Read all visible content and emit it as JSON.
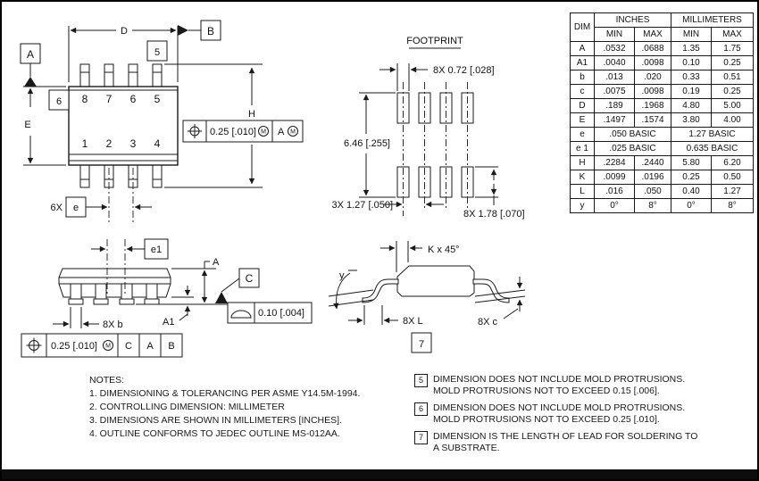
{
  "views": {
    "top": {
      "datum_a": "A",
      "datum_b": "B",
      "flag5": "5",
      "flag6": "6",
      "dim_d": "D",
      "dim_e": "E",
      "dim_h": "H",
      "pins_top": [
        "8",
        "7",
        "6",
        "5"
      ],
      "pins_bottom": [
        "1",
        "2",
        "3",
        "4"
      ],
      "pitch_prefix": "6X",
      "pitch_label": "e",
      "fcf": {
        "tolerance": "0.25 [.010]",
        "modifier": "M",
        "datum": "A",
        "datum_modifier": "M"
      }
    },
    "footprint": {
      "title": "FOOTPRINT",
      "pad_width": "8X 0.72 [.028]",
      "span": "6.46 [.255]",
      "pitch": "3X 1.27 [.050]",
      "pad_length": "8X 1.78 [.070]"
    },
    "side": {
      "dim_e1": "e1",
      "dim_a": "A",
      "dim_a1": "A1",
      "dim_b": "8X b",
      "datum_c": "C",
      "flatness_value": "0.10 [.004]",
      "fcf": {
        "tolerance": "0.25 [.010]",
        "modifier": "M",
        "datum1": "C",
        "datum2": "A",
        "datum3": "B"
      }
    },
    "end": {
      "chamfer": "K x 45°",
      "angle": "y",
      "dim_l": "8X L",
      "dim_c": "8X c",
      "flag7": "7"
    }
  },
  "table": {
    "col_dim": "DIM",
    "col_inches": "INCHES",
    "col_mm": "MILLIMETERS",
    "col_min": "MIN",
    "col_max": "MAX",
    "rows": [
      {
        "dim": "A",
        "in_min": ".0532",
        "in_max": ".0688",
        "mm_min": "1.35",
        "mm_max": "1.75"
      },
      {
        "dim": "A1",
        "in_min": ".0040",
        "in_max": ".0098",
        "mm_min": "0.10",
        "mm_max": "0.25"
      },
      {
        "dim": "b",
        "in_min": ".013",
        "in_max": ".020",
        "mm_min": "0.33",
        "mm_max": "0.51"
      },
      {
        "dim": "c",
        "in_min": ".0075",
        "in_max": ".0098",
        "mm_min": "0.19",
        "mm_max": "0.25"
      },
      {
        "dim": "D",
        "in_min": ".189",
        "in_max": ".1968",
        "mm_min": "4.80",
        "mm_max": "5.00"
      },
      {
        "dim": "E",
        "in_min": ".1497",
        "in_max": ".1574",
        "mm_min": "3.80",
        "mm_max": "4.00"
      },
      {
        "dim": "e",
        "in_basic": ".050 BASIC",
        "mm_basic": "1.27 BASIC"
      },
      {
        "dim": "e 1",
        "in_basic": ".025 BASIC",
        "mm_basic": "0.635 BASIC"
      },
      {
        "dim": "H",
        "in_min": ".2284",
        "in_max": ".2440",
        "mm_min": "5.80",
        "mm_max": "6.20"
      },
      {
        "dim": "K",
        "in_min": ".0099",
        "in_max": ".0196",
        "mm_min": "0.25",
        "mm_max": "0.50"
      },
      {
        "dim": "L",
        "in_min": ".016",
        "in_max": ".050",
        "mm_min": "0.40",
        "mm_max": "1.27"
      },
      {
        "dim": "y",
        "in_min": "0°",
        "in_max": "8°",
        "mm_min": "0°",
        "mm_max": "8°"
      }
    ]
  },
  "notes": {
    "title": "NOTES:",
    "items": [
      "1. DIMENSIONING & TOLERANCING PER ASME Y14.5M-1994.",
      "2. CONTROLLING DIMENSION: MILLIMETER",
      "3. DIMENSIONS ARE SHOWN IN MILLIMETERS [INCHES].",
      "4. OUTLINE CONFORMS TO JEDEC OUTLINE MS-012AA."
    ]
  },
  "flag_notes": [
    {
      "flag": "5",
      "line1": "DIMENSION DOES NOT INCLUDE MOLD PROTRUSIONS.",
      "line2": "MOLD PROTRUSIONS NOT TO EXCEED 0.15 [.006]."
    },
    {
      "flag": "6",
      "line1": "DIMENSION DOES NOT INCLUDE MOLD PROTRUSIONS.",
      "line2": "MOLD PROTRUSIONS NOT TO EXCEED 0.25 [.010]."
    },
    {
      "flag": "7",
      "line1": "DIMENSION IS THE LENGTH OF LEAD FOR SOLDERING TO",
      "line2": "A SUBSTRATE."
    }
  ]
}
